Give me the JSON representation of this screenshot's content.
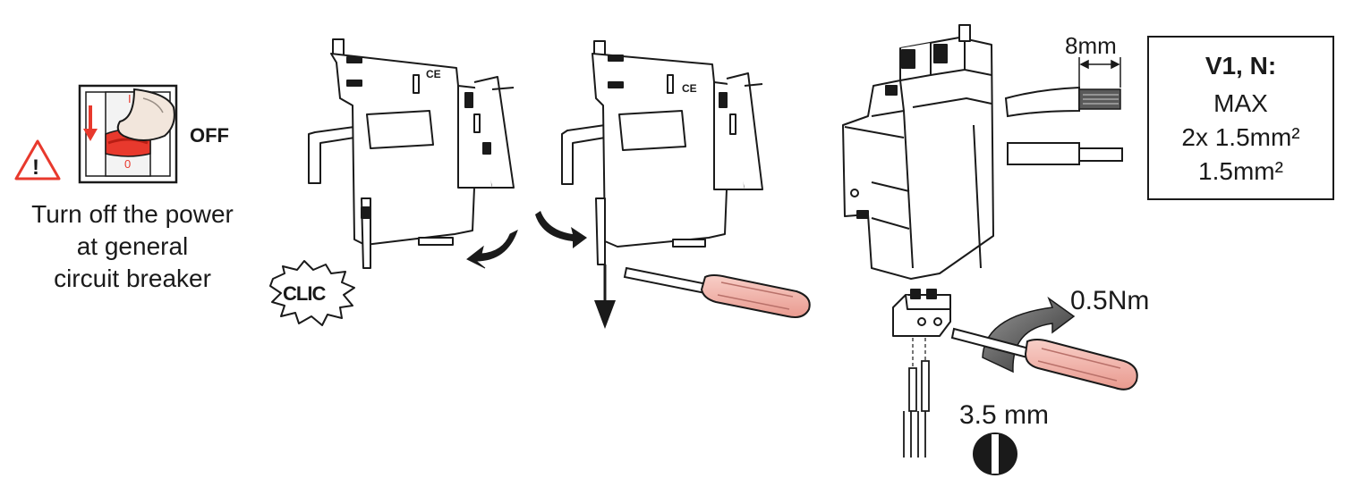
{
  "step1": {
    "switch_top_mark": "I",
    "switch_bottom_mark": "0",
    "off_label": "OFF",
    "instruction_line1": "Turn off the power",
    "instruction_line2": "at general",
    "instruction_line3": "circuit breaker",
    "warning_symbol": "!"
  },
  "step2": {
    "clic_label": "CLIC",
    "ce_mark": "CE"
  },
  "step3": {
    "ce_mark": "CE"
  },
  "step4": {
    "strip_length": "8mm",
    "spec_title": "V1, N:",
    "spec_line1": "MAX",
    "spec_line2": "2x 1.5mm²",
    "spec_line3": "1.5mm²",
    "torque": "0.5Nm",
    "screwdriver_size": "3.5 mm"
  },
  "colors": {
    "line": "#1a1a1a",
    "accent_red": "#e8392d",
    "handle_pink": "#f4b8b0",
    "device_fill": "#ffffff",
    "arrow_gray": "#3a3a3a"
  },
  "icons": [
    "warning-triangle-icon",
    "breaker-switch-icon",
    "down-arrow-icon",
    "curved-arrow-icon",
    "screwdriver-icon",
    "flat-blade-icon",
    "wire-icon",
    "terminal-block-icon"
  ]
}
